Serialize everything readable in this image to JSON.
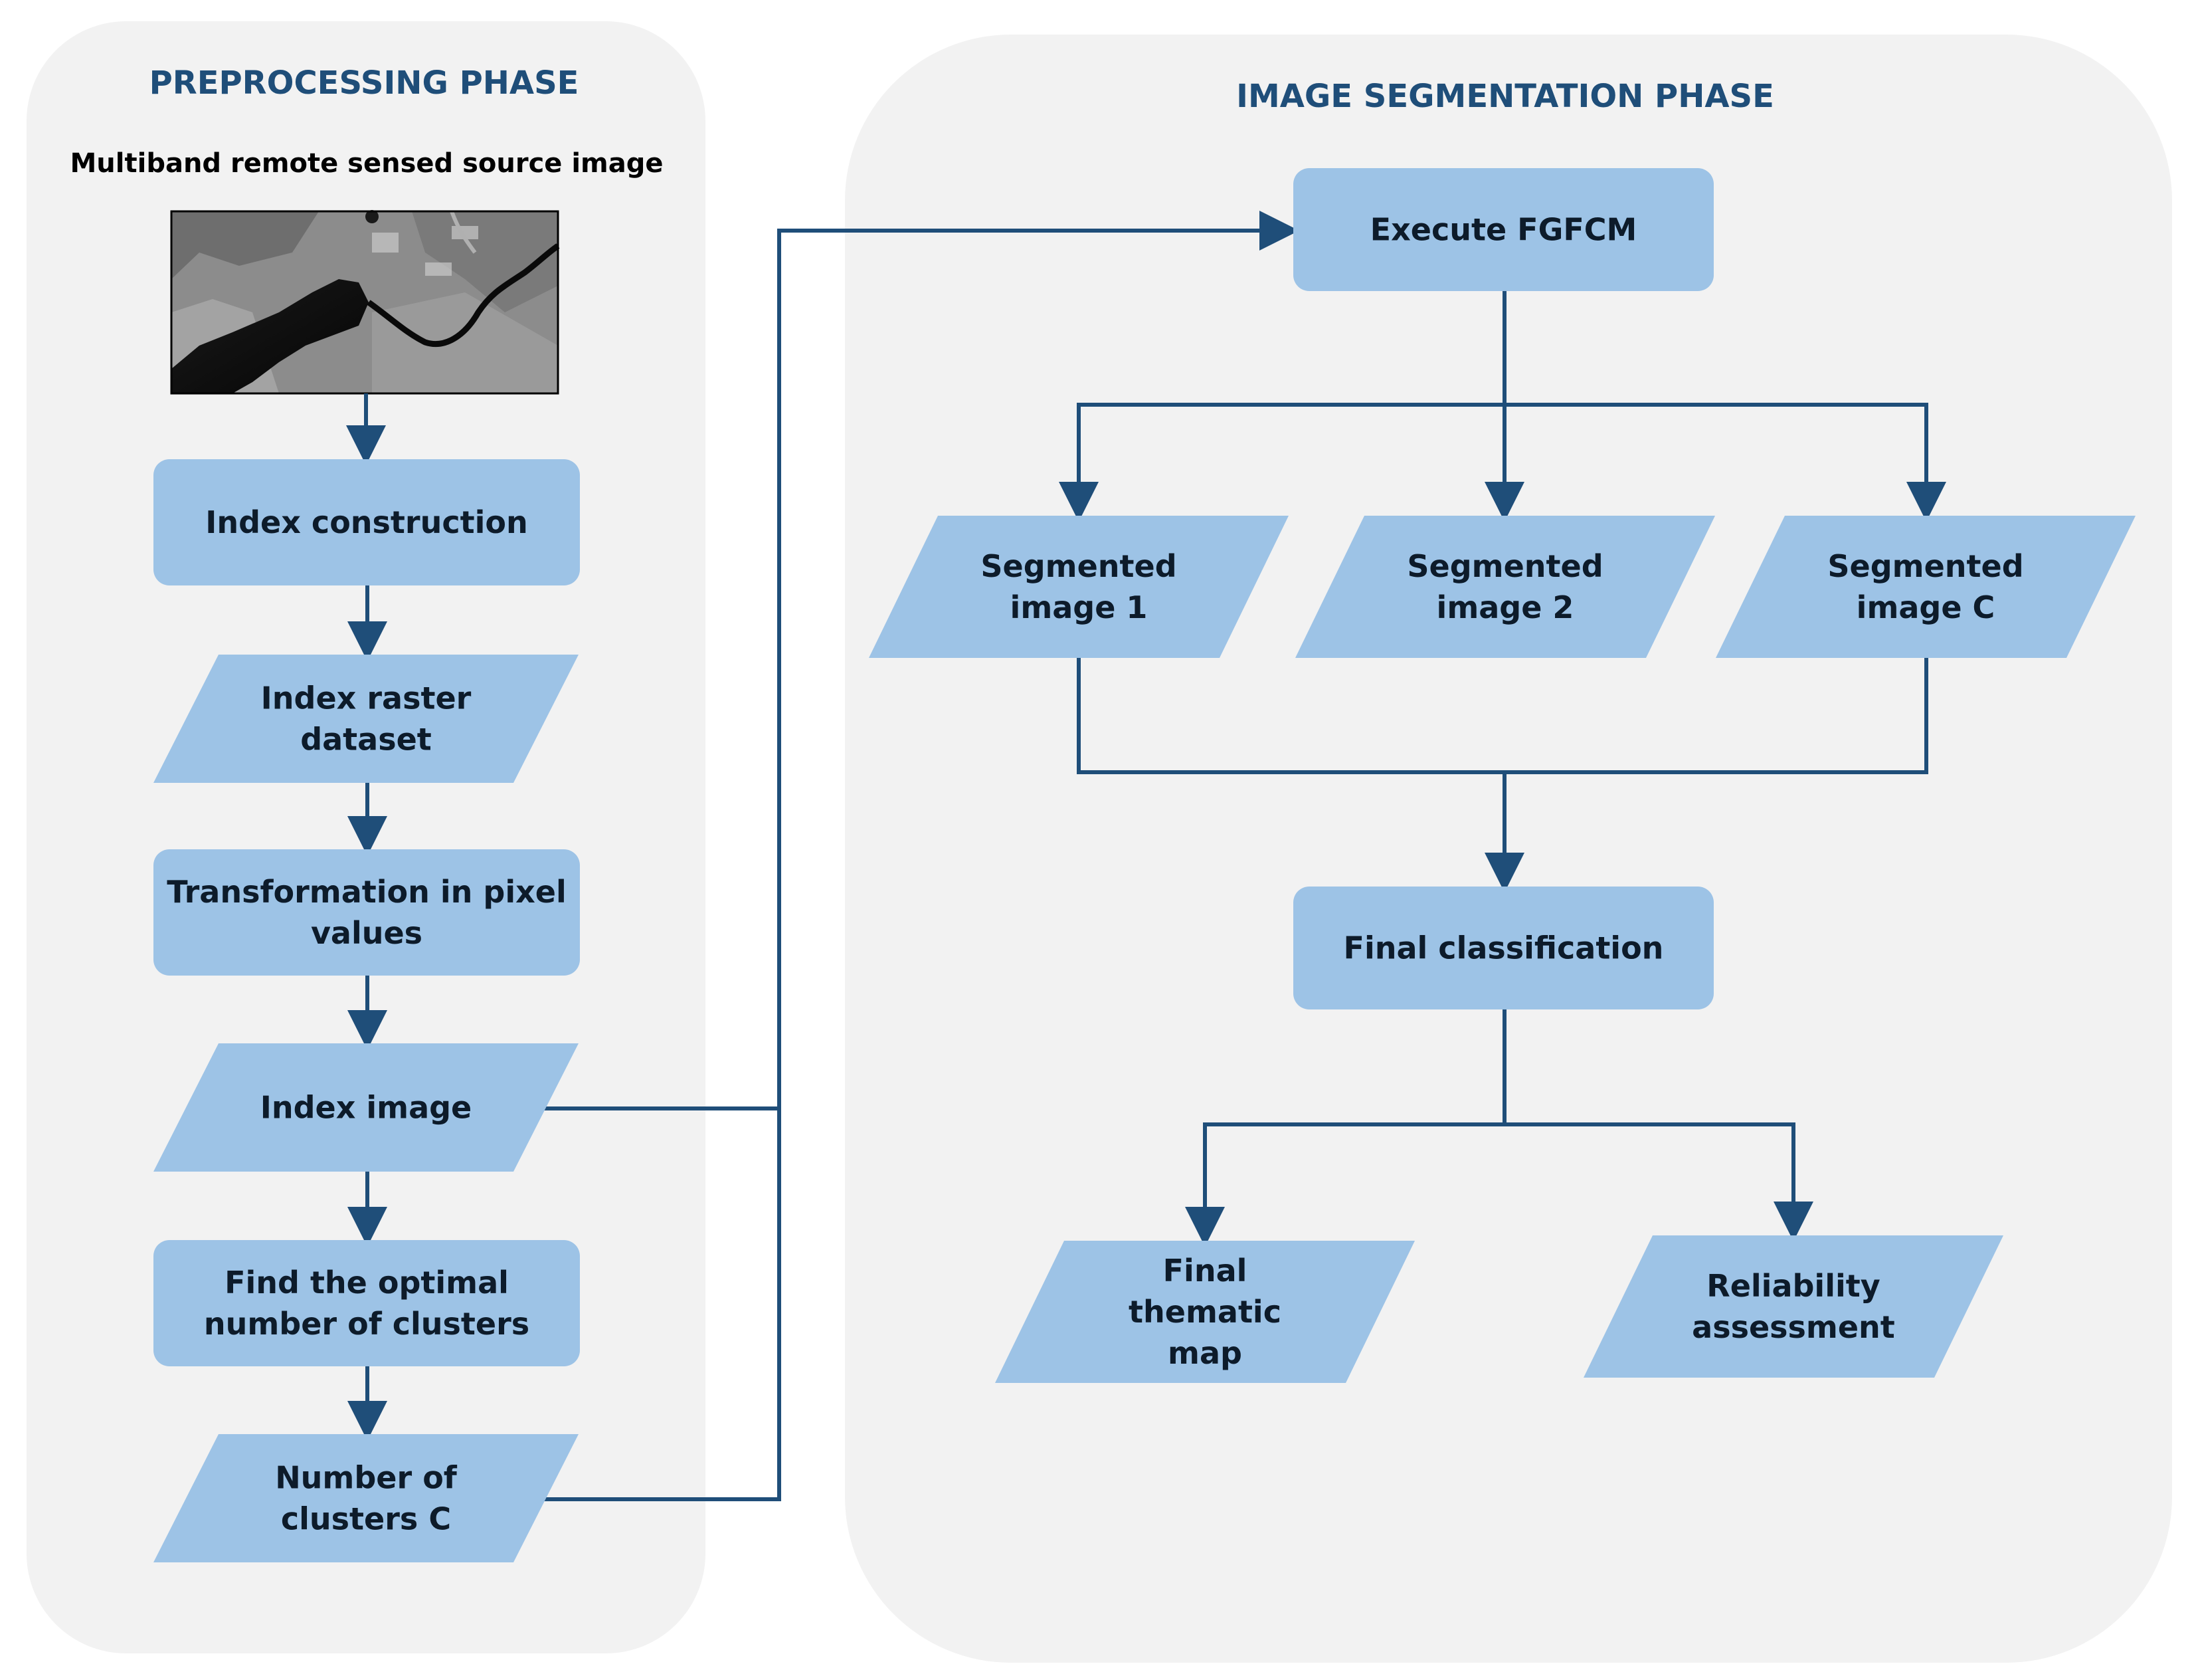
{
  "phases": {
    "preprocessing": {
      "title": "PREPROCESSING PHASE"
    },
    "segmentation": {
      "title": "IMAGE SEGMENTATION PHASE"
    }
  },
  "source_image": {
    "caption": "Multiband remote sensed source image"
  },
  "nodes": {
    "index_construction": {
      "shape": "process",
      "lines": [
        "Index construction"
      ]
    },
    "index_raster_dataset": {
      "shape": "data",
      "lines": [
        "Index raster",
        "dataset"
      ]
    },
    "transformation_pixel_values": {
      "shape": "process",
      "lines": [
        "Transformation in pixel",
        "values"
      ]
    },
    "index_image": {
      "shape": "data",
      "lines": [
        "Index image"
      ]
    },
    "find_optimal_clusters": {
      "shape": "process",
      "lines": [
        "Find the optimal",
        "number of clusters"
      ]
    },
    "number_of_clusters": {
      "shape": "data",
      "lines": [
        "Number of",
        "clusters C"
      ]
    },
    "execute_fgfcm": {
      "shape": "process",
      "lines": [
        "Execute FGFCM"
      ]
    },
    "segmented_image_1": {
      "shape": "data",
      "lines": [
        "Segmented",
        "image 1"
      ]
    },
    "segmented_image_2": {
      "shape": "data",
      "lines": [
        "Segmented",
        "image 2"
      ]
    },
    "segmented_image_c": {
      "shape": "data",
      "lines": [
        "Segmented",
        "image C"
      ]
    },
    "final_classification": {
      "shape": "process",
      "lines": [
        "Final classification"
      ]
    },
    "final_thematic_map": {
      "shape": "data",
      "lines": [
        "Final",
        "thematic",
        "map"
      ]
    },
    "reliability_assessment": {
      "shape": "data",
      "lines": [
        "Reliability",
        "assessment"
      ]
    }
  },
  "edges": [
    {
      "from": "source_image",
      "to": "index_construction"
    },
    {
      "from": "index_construction",
      "to": "index_raster_dataset"
    },
    {
      "from": "index_raster_dataset",
      "to": "transformation_pixel_values"
    },
    {
      "from": "transformation_pixel_values",
      "to": "index_image"
    },
    {
      "from": "index_image",
      "to": "find_optimal_clusters"
    },
    {
      "from": "find_optimal_clusters",
      "to": "number_of_clusters"
    },
    {
      "from": "index_image",
      "to": "execute_fgfcm"
    },
    {
      "from": "number_of_clusters",
      "to": "execute_fgfcm"
    },
    {
      "from": "execute_fgfcm",
      "to": "segmented_image_1"
    },
    {
      "from": "execute_fgfcm",
      "to": "segmented_image_2"
    },
    {
      "from": "execute_fgfcm",
      "to": "segmented_image_c"
    },
    {
      "from": "segmented_image_1",
      "to": "final_classification"
    },
    {
      "from": "segmented_image_c",
      "to": "final_classification"
    },
    {
      "from": "final_classification",
      "to": "final_thematic_map"
    },
    {
      "from": "final_classification",
      "to": "reliability_assessment"
    }
  ],
  "colors": {
    "panel": "#f2f2f2",
    "node_fill": "#9dc3e6",
    "connector": "#1f4e79",
    "phase_title": "#1f4e79"
  }
}
